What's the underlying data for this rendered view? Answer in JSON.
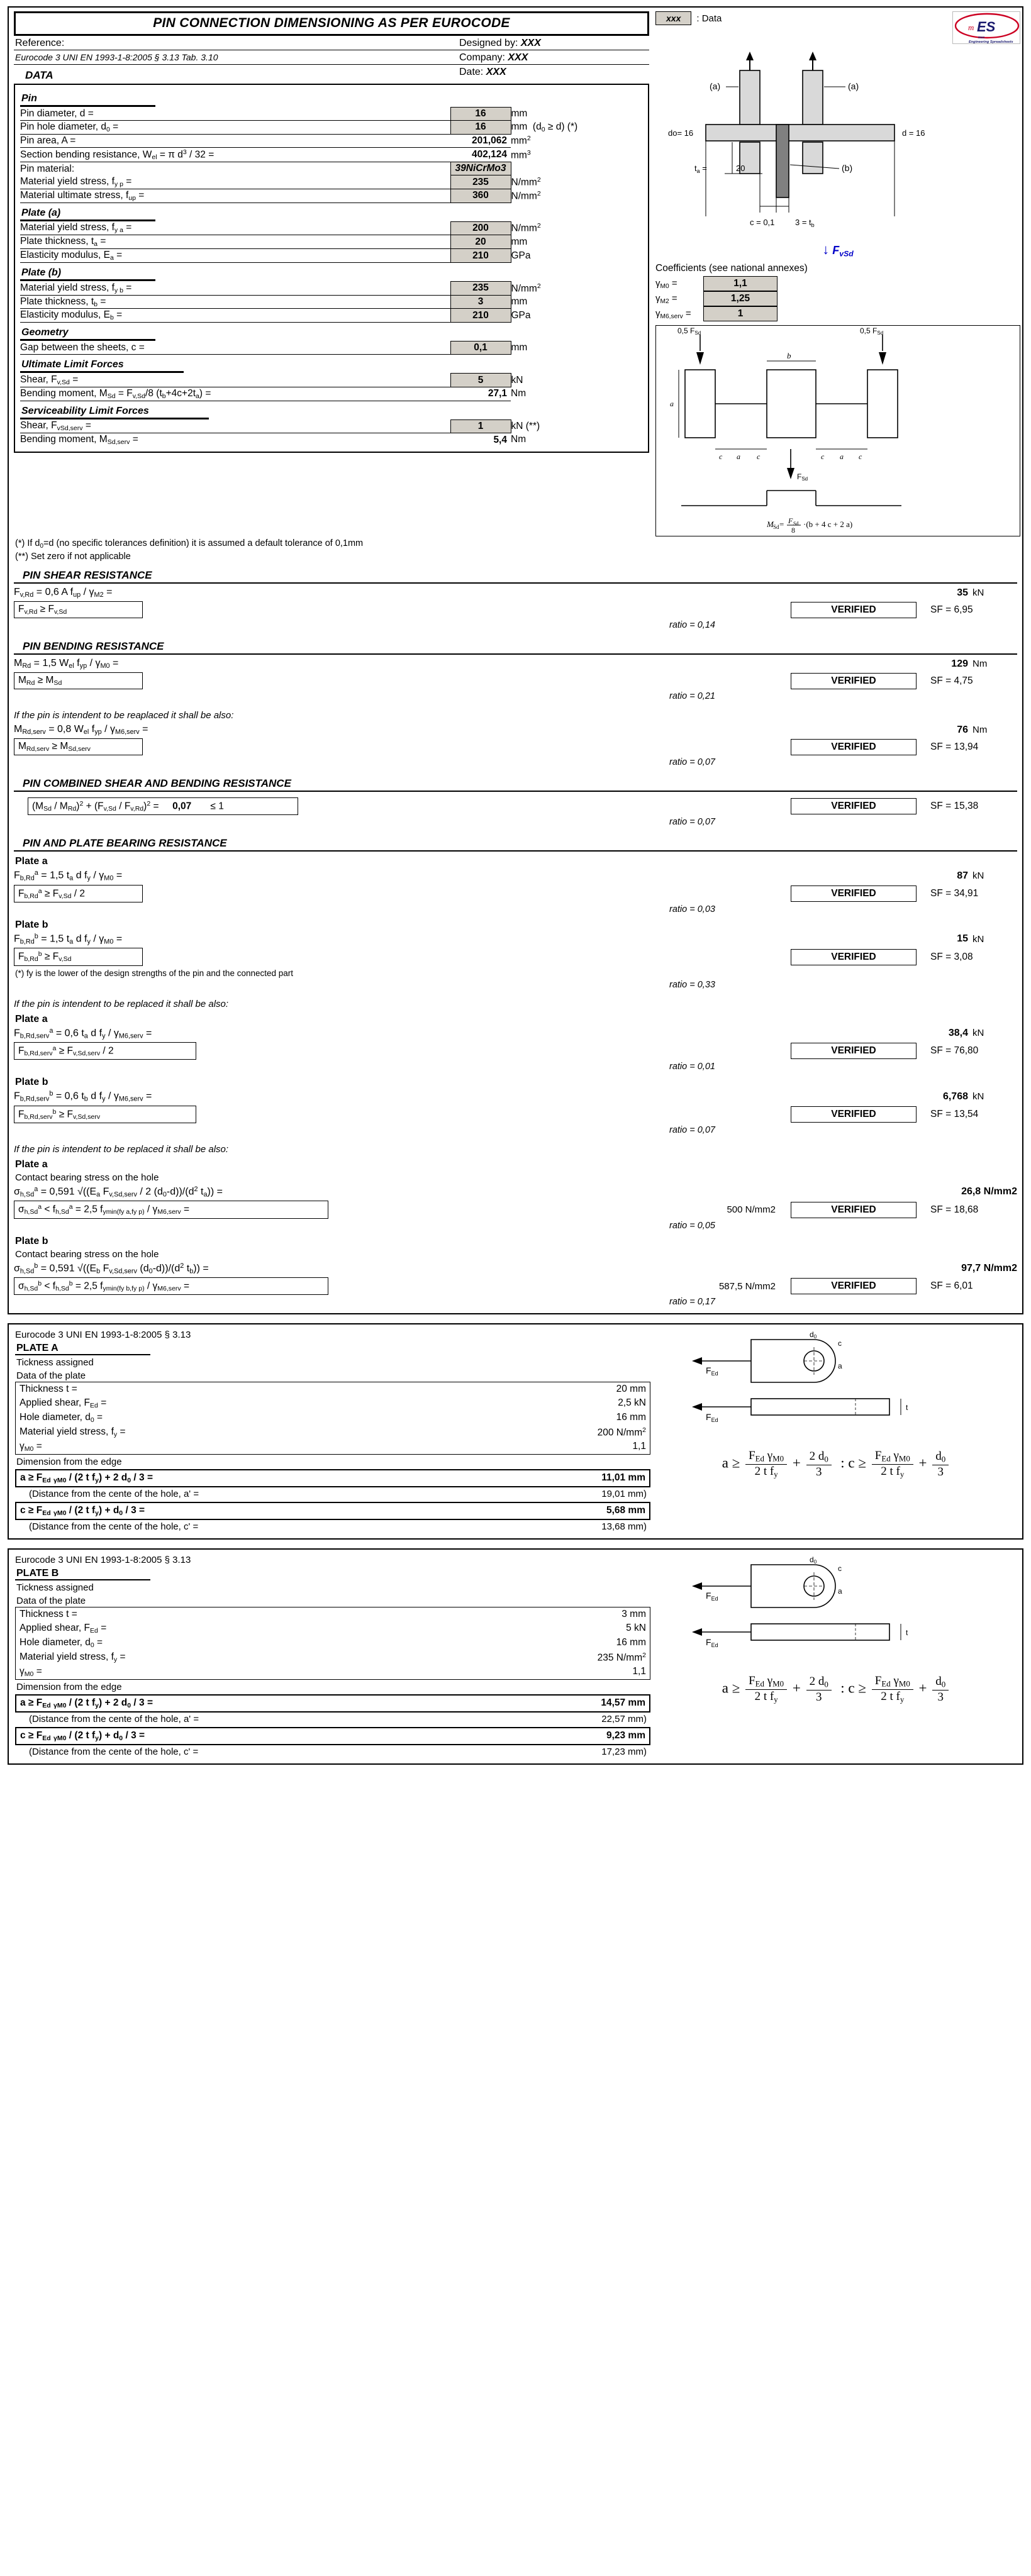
{
  "header": {
    "title": "PIN CONNECTION DIMENSIONING AS PER EUROCODE",
    "reference_label": "Reference:",
    "designed_by_label": "Designed by:",
    "designed_by_value": "XXX",
    "reference_text": "Eurocode 3 UNI EN 1993-1-8:2005 § 3.13 Tab. 3.10",
    "company_label": "Company:",
    "company_value": "XXX",
    "date_label": "Date:",
    "date_value": "XXX",
    "data_word": "DATA",
    "legend_chip": "xxx",
    "legend_text": ": Data",
    "logo_small": "mc",
    "logo_big": "ES",
    "logo_sub1": "mec",
    "logo_sub2": "Engineering Spreadsheets"
  },
  "pin": {
    "group": "Pin",
    "rows": [
      {
        "label": "Pin diameter, d =",
        "value": "16",
        "unit": "mm",
        "input": true
      },
      {
        "label": "Pin hole diameter, d0 =",
        "value": "16",
        "unit": "mm  (d0 ≥ d) (*)",
        "input": true
      },
      {
        "label": "Pin area, A =",
        "value": "201,062",
        "unit": "mm2",
        "input": false
      },
      {
        "label": "Section bending resistance, Wel = π d3 / 32 =",
        "value": "402,124",
        "unit": "mm3",
        "input": false
      },
      {
        "label": "Pin material:",
        "value": "39NiCrMo3",
        "unit": "",
        "input": true,
        "wide": true
      },
      {
        "label": "Material yield stress, fyp =",
        "value": "235",
        "unit": "N/mm2",
        "input": true
      },
      {
        "label": "Material ultimate stress, fup =",
        "value": "360",
        "unit": "N/mm2",
        "input": true
      }
    ]
  },
  "plate_a": {
    "group": "Plate (a)",
    "rows": [
      {
        "label": "Material yield stress, fya =",
        "value": "200",
        "unit": "N/mm2",
        "input": true
      },
      {
        "label": "Plate thickness, ta =",
        "value": "20",
        "unit": "mm",
        "input": true
      },
      {
        "label": "Elasticity modulus, Ea =",
        "value": "210",
        "unit": "GPa",
        "input": true
      }
    ]
  },
  "plate_b": {
    "group": "Plate (b)",
    "rows": [
      {
        "label": "Material yield stress, fyb =",
        "value": "235",
        "unit": "N/mm2",
        "input": true
      },
      {
        "label": "Plate thickness, tb =",
        "value": "3",
        "unit": "mm",
        "input": true
      },
      {
        "label": "Elasticity modulus, Eb =",
        "value": "210",
        "unit": "GPa",
        "input": true
      }
    ]
  },
  "geometry": {
    "group": "Geometry",
    "rows": [
      {
        "label": "Gap between the sheets, c =",
        "value": "0,1",
        "unit": "mm",
        "input": true
      }
    ]
  },
  "ultimate_forces": {
    "group": "Ultimate Limit Forces",
    "rows": [
      {
        "label": "Shear, Fv,Sd =",
        "value": "5",
        "unit": "kN",
        "input": true
      },
      {
        "label": "Bending moment, MSd = Fv,Sd/8 (tb+4c+2ta) =",
        "value": "27,1",
        "unit": "Nm",
        "input": false
      }
    ]
  },
  "serviceability_forces": {
    "group": "Serviceability Limit Forces",
    "rows": [
      {
        "label": "Shear, FvSd,serv =",
        "value": "1",
        "unit": "kN (**)",
        "input": true
      },
      {
        "label": "Bending moment, MSd,serv =",
        "value": "5,4",
        "unit": "Nm",
        "input": false
      }
    ]
  },
  "notes": {
    "note1": "(*) If d0=d (no specific tolerances definition) it is assumed a default tolerance of 0,1mm",
    "note2": "(**) Set zero if not applicable"
  },
  "sections": {
    "shear": {
      "title": "PIN SHEAR RESISTANCE",
      "formula": "Fv,Rd = 0,6 A fup / γM2 =",
      "result": "35",
      "unit": "kN",
      "condition": "Fv,Rd ≥ Fv,Sd",
      "verified": "VERIFIED",
      "sf": "SF = 6,95",
      "ratio": "ratio = 0,14"
    },
    "bending": {
      "title": "PIN BENDING RESISTANCE",
      "formula": "MRd = 1,5 Wel fyp / γM0 =",
      "result": "129",
      "unit": "Nm",
      "condition": "MRd ≥ MSd",
      "verified": "VERIFIED",
      "sf": "SF = 4,75",
      "ratio": "ratio = 0,21",
      "serv_note": "If the pin is intendent to be reaplaced it shall be also:",
      "serv_formula": "MRd,serv = 0,8 Wel fyp / γM6,serv =",
      "serv_result": "76",
      "serv_unit": "Nm",
      "serv_condition": "MRd,serv ≥ MSd,serv",
      "serv_verified": "VERIFIED",
      "serv_sf": "SF = 13,94",
      "serv_ratio": "ratio = 0,07"
    },
    "combined": {
      "title": "PIN COMBINED SHEAR AND BENDING RESISTANCE",
      "expression": "(MSd / MRd)2 + (Fv,Sd / Fv,Rd)2 =",
      "value": "0,07",
      "limit": "≤ 1",
      "verified": "VERIFIED",
      "sf": "SF = 15,38",
      "ratio": "ratio = 0,07"
    },
    "bearing": {
      "title": "PIN AND PLATE BEARING RESISTANCE",
      "plate_a_label": "Plate a",
      "a_formula": "Fb,Rda = 1,5 ta d fy / γM0 =",
      "a_result": "87",
      "a_unit": "kN",
      "a_condition": "Fb,Rda ≥ Fv,Sd / 2",
      "a_verified": "VERIFIED",
      "a_sf": "SF = 34,91",
      "a_ratio": "ratio = 0,03",
      "plate_b_label": "Plate b",
      "b_formula": "Fb,Rdb = 1,5 ta d fy / γM0 =",
      "b_result": "15",
      "b_unit": "kN",
      "b_condition": "Fb,Rdb ≥ Fv,Sd",
      "b_verified": "VERIFIED",
      "b_sf": "SF = 3,08",
      "b_ratio": "ratio = 0,33",
      "fy_note": "(*) fy is the lower of the design strengths of the pin and the connected part",
      "serv_note": "If the pin is intendent to be replaced it shall be also:",
      "sa_plate_label": "Plate a",
      "sa_formula": "Fb,Rd,serva = 0,6 ta d fy / γM6,serv =",
      "sa_result": "38,4",
      "sa_unit": "kN",
      "sa_condition": "Fb,Rd,serva ≥ Fv,Sd,serv / 2",
      "sa_verified": "VERIFIED",
      "sa_sf": "SF = 76,80",
      "sa_ratio": "ratio = 0,01",
      "sb_plate_label": "Plate b",
      "sb_formula": "Fb,Rd,servb = 0,6 tb d fy / γM6,serv =",
      "sb_result": "6,768",
      "sb_unit": "kN",
      "sb_condition": "Fb,Rd,servb ≥ Fv,Sd,serv",
      "sb_verified": "VERIFIED",
      "sb_sf": "SF = 13,54",
      "sb_ratio": "ratio = 0,07",
      "contact_note": "If the pin is intendent to be replaced it shall be also:",
      "ca_plate_label": "Plate a",
      "ca_sub": "Contact bearing stress on the hole",
      "ca_formula": "σh,Sda = 0,591 √((Ea Fv,Sd,serv / 2 (d0-d))/(d2 ta)) =",
      "ca_result": "26,8 N/mm2",
      "ca_condition": "σh,Sda < fh,Sda = 2,5 fymin(fy a,fy p) / γM6,serv =",
      "ca_limit": "500 N/mm2",
      "ca_verified": "VERIFIED",
      "ca_sf": "SF = 18,68",
      "ca_ratio": "ratio = 0,05",
      "cb_plate_label": "Plate b",
      "cb_sub": "Contact bearing stress on the hole",
      "cb_formula": "σh,Sdb = 0,591 √((Eb Fv,Sd,serv (d0-d))/(d2 tb)) =",
      "cb_result": "97,7 N/mm2",
      "cb_condition": "σh,Sdb < fh,Sdb = 2,5 fymin(fy b,fy p) / γM6,serv =",
      "cb_limit": "587,5 N/mm2",
      "cb_verified": "VERIFIED",
      "cb_sf": "SF = 6,01",
      "cb_ratio": "ratio = 0,17"
    }
  },
  "coefficients": {
    "title": "Coefficients (see national annexes)",
    "fvsd_label": "FvSd",
    "rows": [
      {
        "label": "γM0 =",
        "value": "1,1"
      },
      {
        "label": "γM2 =",
        "value": "1,25"
      },
      {
        "label": "γM6,serv =",
        "value": "1"
      }
    ]
  },
  "sketch": {
    "label_a_left": "(a)",
    "label_a_right": "(a)",
    "label_b": "(b)",
    "d0_label": "do= 16",
    "d_label": "d = 16",
    "ta_label": "ta =",
    "ta_value": "20",
    "c_label": "c = 0,1",
    "tb_label": "3 = tb",
    "diag_f1": "0,5 FSd",
    "diag_f2": "0,5 FSd",
    "diag_b": "b",
    "diag_a1": "a",
    "diag_a2": "a",
    "diag_c1": "c",
    "diag_c2": "c",
    "diag_fsd": "FSd",
    "diag_eq": "MSd = FSd/8 · (b + 4 c + 2 a)"
  },
  "plate_a_panel": {
    "code": "Eurocode 3 UNI EN 1993-1-8:2005 § 3.13",
    "name": "PLATE A",
    "sub1": "Tickness assigned",
    "sub2": "Data of the plate",
    "rows": [
      {
        "label": "Thickness t =",
        "value": "20 mm"
      },
      {
        "label": "Applied shear, FEd =",
        "value": "2,5 kN"
      },
      {
        "label": "Hole diameter, d0 =",
        "value": "16 mm"
      },
      {
        "label": "Material yield stress, fy =",
        "value": "200 N/mm2"
      },
      {
        "label": "γM0 =",
        "value": "1,1"
      }
    ],
    "dim_title": "Dimension from the edge",
    "res_a": {
      "label": "a ≥ FEd γM0 / (2 t fy) + 2 d0 / 3 =",
      "value": "11,01 mm"
    },
    "paren_a": {
      "label": "(Distance from the cente of the hole, a' =",
      "value": "19,01 mm)"
    },
    "res_c": {
      "label": "c ≥ FEd γM0 / (2 t fy) + d0 / 3 =",
      "value": "5,68 mm"
    },
    "paren_c": {
      "label": "(Distance from the cente of the hole, c' =",
      "value": "13,68 mm)"
    },
    "fed_label": "FEd",
    "d0_label": "d0",
    "a_label": "a",
    "c_label": "c",
    "t_label": "t"
  },
  "plate_b_panel": {
    "code": "Eurocode 3 UNI EN 1993-1-8:2005 § 3.13",
    "name": "PLATE B",
    "sub1": "Tickness assigned",
    "sub2": "Data of the plate",
    "rows": [
      {
        "label": "Thickness t =",
        "value": "3 mm"
      },
      {
        "label": "Applied shear, FEd =",
        "value": "5 kN"
      },
      {
        "label": "Hole diameter, d0 =",
        "value": "16 mm"
      },
      {
        "label": "Material yield stress, fy =",
        "value": "235 N/mm2"
      },
      {
        "label": "γM0 =",
        "value": "1,1"
      }
    ],
    "dim_title": "Dimension from the edge",
    "res_a": {
      "label": "a ≥ FEd γM0 / (2 t fy) + 2 d0 / 3 =",
      "value": "14,57 mm"
    },
    "paren_a": {
      "label": "(Distance from the cente of the hole, a' =",
      "value": "22,57 mm)"
    },
    "res_c": {
      "label": "c ≥ FEd γM0 / (2 t fy) + d0 / 3 =",
      "value": "9,23 mm"
    },
    "paren_c": {
      "label": "(Distance from the cente of the hole, c' =",
      "value": "17,23 mm)"
    },
    "fed_label": "FEd",
    "d0_label": "d0",
    "a_label": "a",
    "c_label": "c",
    "t_label": "t"
  },
  "colors": {
    "input_bg": "#d4d0c8",
    "accent_blue": "#0000c8",
    "logo_red": "#cc0022"
  }
}
